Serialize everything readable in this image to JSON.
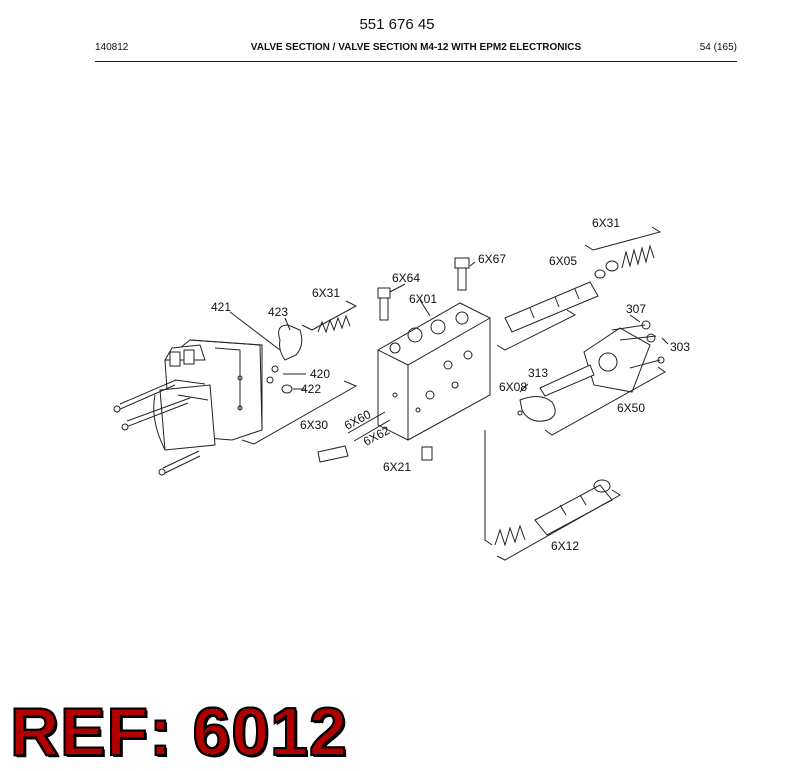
{
  "header": {
    "doc_number": "551 676 45",
    "date_code": "140812",
    "title": "VALVE SECTION / VALVE SECTION M4-12 WITH EPM2 ELECTRONICS",
    "page": "54 (165)"
  },
  "callouts": {
    "c421": "421",
    "c423": "423",
    "c6X31a": "6X31",
    "c420": "420",
    "c422": "422",
    "c6X30": "6X30",
    "c6X64": "6X64",
    "c6X67": "6X67",
    "c6X01": "6X01",
    "c6X60": "6X60",
    "c6X62": "6X62",
    "c6X21": "6X21",
    "c6X05": "6X05",
    "c6X31b": "6X31",
    "c307": "307",
    "c303": "303",
    "c313": "313",
    "c6X08": "6X08",
    "c6X50": "6X50",
    "c6X12": "6X12"
  },
  "ref_banner": "REF: 6012",
  "colors": {
    "banner": "#b00000",
    "line": "#222222"
  }
}
